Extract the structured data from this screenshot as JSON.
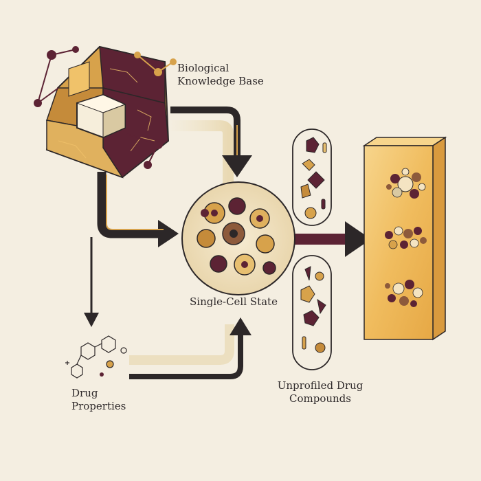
{
  "labels": {
    "knowledge_base": "Biological\nKnowledge Base",
    "single_cell": "Single-Cell State",
    "drug_properties": "Drug\nProperties",
    "unprofiled": "Unprofiled Drug\nCompounds"
  },
  "palette": {
    "background": "#f4eee1",
    "dark_arrow": "#2c2728",
    "plum": "#5c2334",
    "gold": "#d7a24b",
    "amber": "#f0c26a",
    "cream": "#efe6cf"
  }
}
